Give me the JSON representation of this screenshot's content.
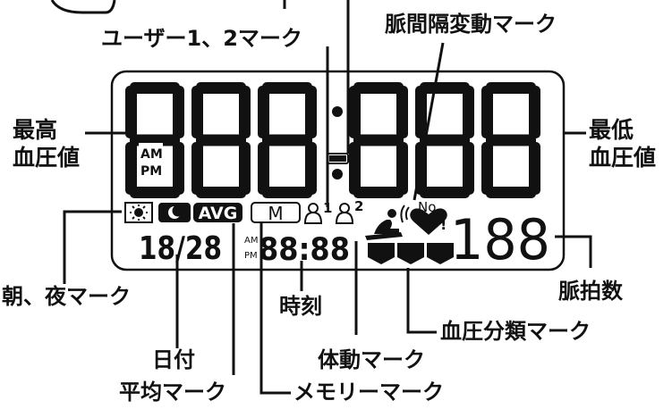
{
  "labels": {
    "user_mark": "ユーザー1、2マーク",
    "pulse_interval_mark": "脈間隔変動マーク",
    "systolic": "最高\n血圧値",
    "diastolic": "最低\n血圧値",
    "morning_night_mark": "朝、夜マーク",
    "pulse_rate": "脈拍数",
    "time": "時刻",
    "bp_class_mark": "血圧分類マーク",
    "date": "日付",
    "body_movement_mark": "体動マーク",
    "average_mark": "平均マーク",
    "memory_mark": "メモリーマーク"
  },
  "display": {
    "am": "AM",
    "pm": "PM",
    "avg": "AVG",
    "memory": "M",
    "user1_sup": "1",
    "user2_sup": "2",
    "no": "No.",
    "date": "18/28",
    "clock_am": "AM",
    "clock_pm": "PM",
    "clock": "88:88",
    "pulse": "188"
  },
  "colors": {
    "ink": "#111111",
    "background": "#ffffff"
  }
}
